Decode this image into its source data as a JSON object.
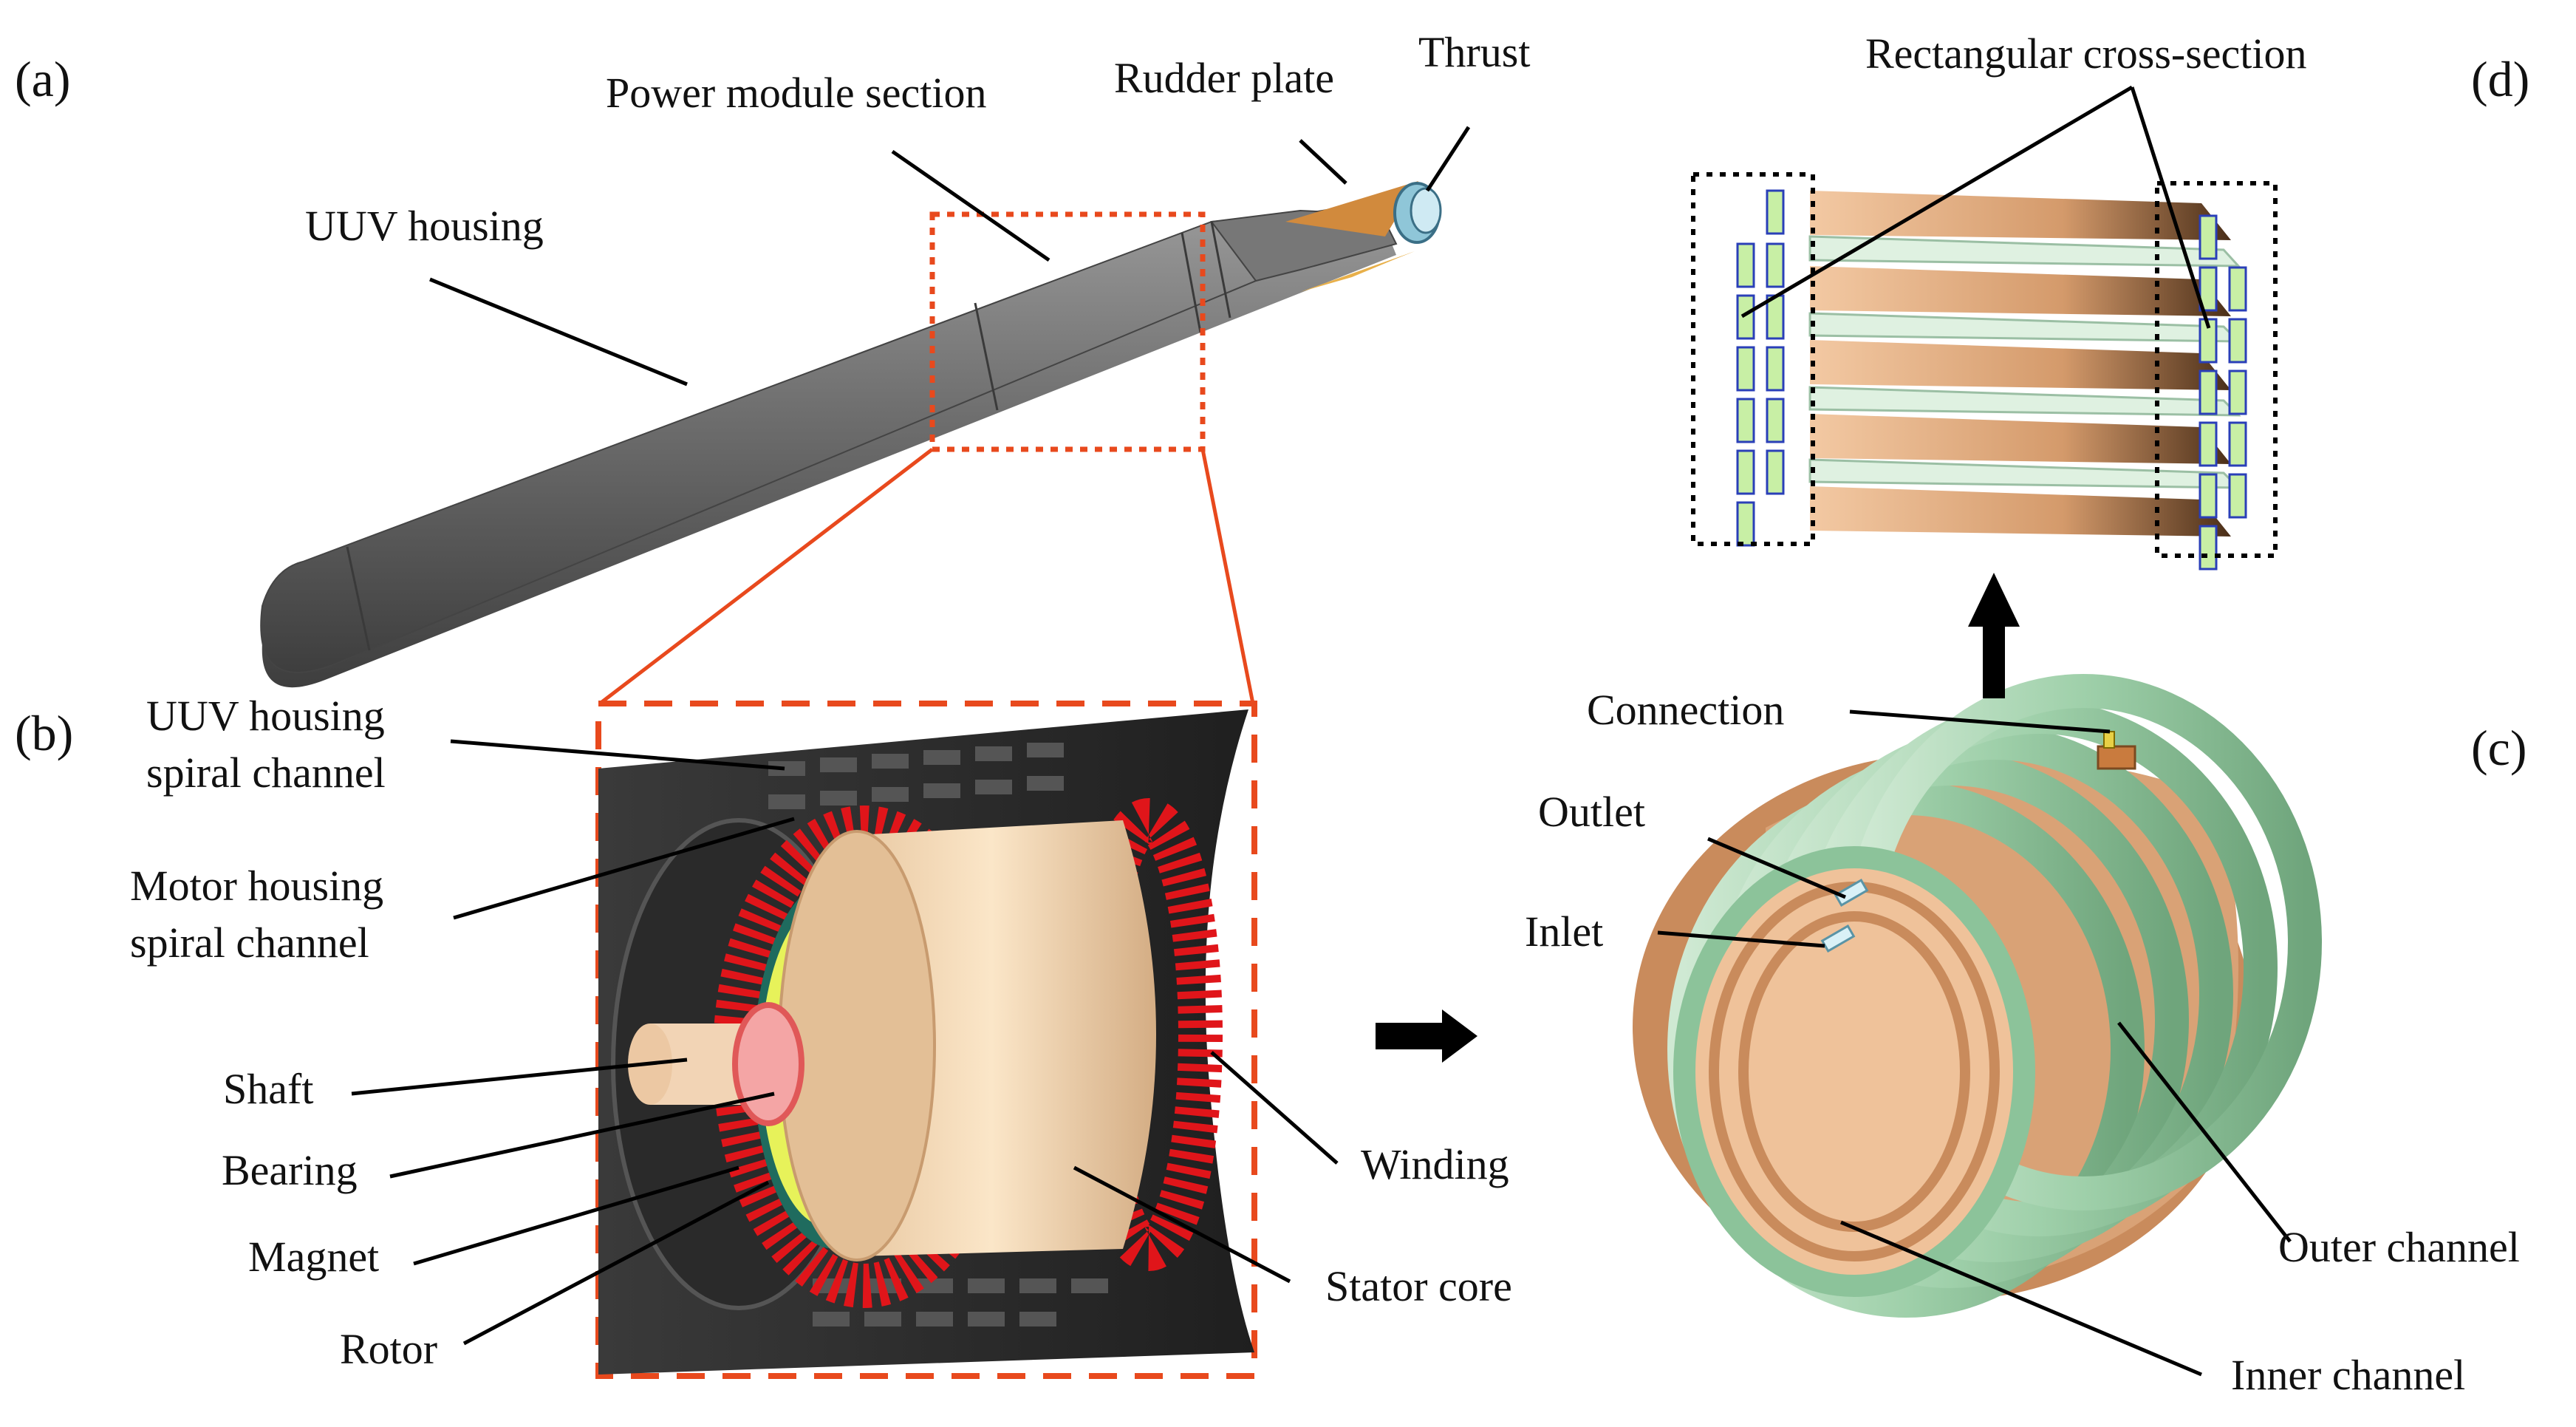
{
  "panels": {
    "a": "(a)",
    "b": "(b)",
    "c": "(c)",
    "d": "(d)"
  },
  "labels_a": {
    "uuv_housing": "UUV housing",
    "power_module": "Power module section",
    "rudder_plate": "Rudder plate",
    "thrust": "Thrust"
  },
  "labels_b": {
    "uuv_spiral_1": "UUV housing",
    "uuv_spiral_2": "spiral channel",
    "motor_spiral_1": "Motor  housing",
    "motor_spiral_2": "spiral channel",
    "shaft": "Shaft",
    "bearing": "Bearing",
    "magnet": "Magnet",
    "rotor": "Rotor",
    "winding": "Winding",
    "stator_core": "Stator core"
  },
  "labels_c": {
    "connection": "Connection",
    "outlet": "Outlet",
    "inlet": "Inlet",
    "outer_channel": "Outer channel",
    "inner_channel": "Inner channel"
  },
  "labels_d": {
    "rect_cross": "Rectangular cross-section"
  },
  "colors": {
    "housing": "#6b6b6b",
    "highlight": "#e8491d",
    "copper": "#d9a276",
    "green_channel": "#a9d6b0",
    "winding_red": "#e0151a",
    "stator": "#f2d5b0"
  }
}
